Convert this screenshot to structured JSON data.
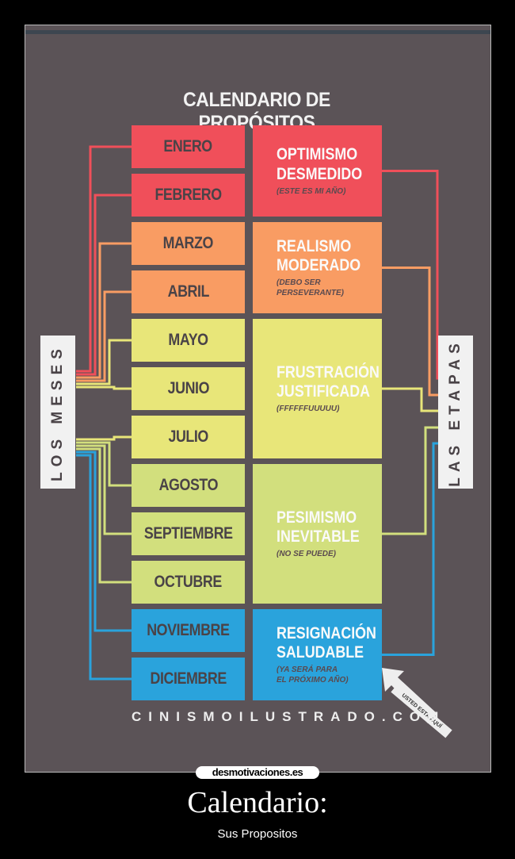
{
  "poster": {
    "title": "CALENDARIO DE PROPÓSITOS",
    "left_label": "LOS MESES",
    "right_label": "LAS ETAPAS",
    "months": [
      "ENERO",
      "FEBRERO",
      "MARZO",
      "ABRIL",
      "MAYO",
      "JUNIO",
      "JULIO",
      "AGOSTO",
      "SEPTIEMBRE",
      "OCTUBRE",
      "NOVIEMBRE",
      "DICIEMBRE"
    ],
    "stages": [
      {
        "name": "OPTIMISMO\nDESMEDIDO",
        "note": "(ESTE ES MI AÑO)",
        "color": "#f04f5a"
      },
      {
        "name": "REALISMO\nMODERADO",
        "note": "(DEBO SER\nPERSEVERANTE)",
        "color": "#f99c63"
      },
      {
        "name": "FRUSTRACIÓN\nJUSTIFICADA",
        "note": "(FFFFFFUUUUU)",
        "color": "#e8e679"
      },
      {
        "name": "PESIMISMO\nINEVITABLE",
        "note": "(NO SE PUEDE)",
        "color": "#d2df7d"
      },
      {
        "name": "RESIGNACIÓN\nSALUDABLE",
        "note": "(YA SERÁ PARA\nEL PRÓXIMO AÑO)",
        "color": "#2aa3dc"
      }
    ],
    "arrow_label": "USTED ESTÁ AQUÍ",
    "site": "CINISMOILUSTRADO.COM"
  },
  "footer": {
    "logo": "desmotivaciones.es",
    "caption": "Calendario:",
    "subcaption": "Sus Propositos"
  }
}
